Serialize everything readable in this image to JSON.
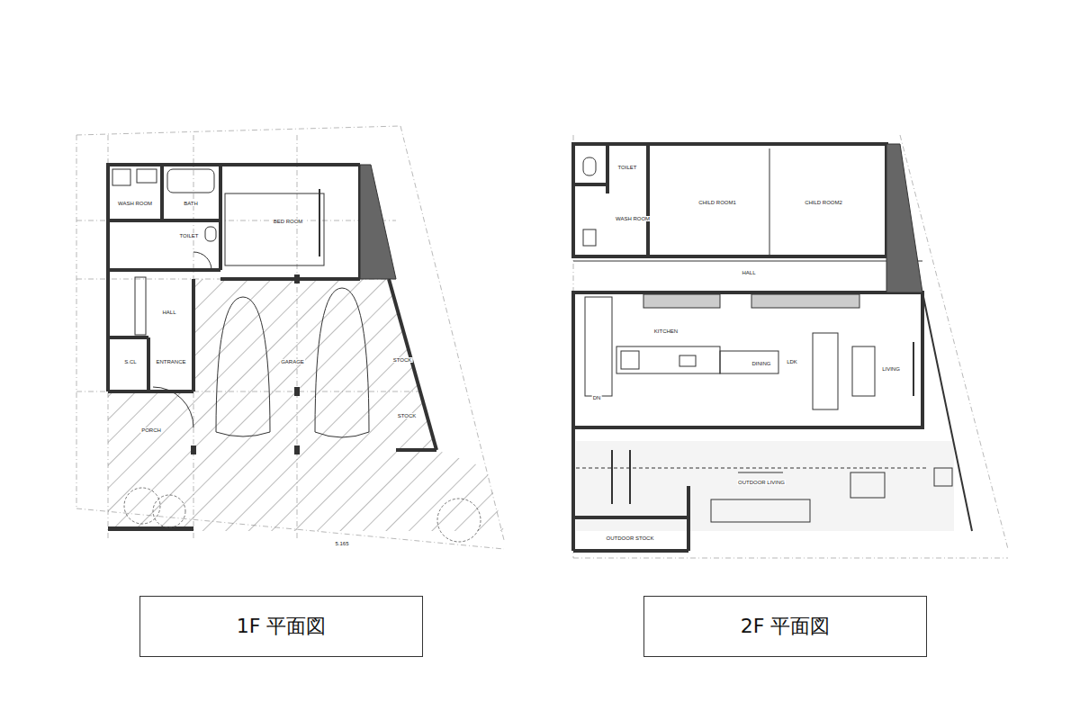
{
  "diagram": {
    "nodes": [
      {
        "text": [
          "1F 平面図"
        ]
      },
      {
        "text": [
          "2F 平面図"
        ]
      }
    ],
    "labels": [
      "WASH ROOM",
      "BATH",
      "BED ROOM",
      "TOILET",
      "HALL",
      "S.CL",
      "ENTRANCE",
      "GARAGE",
      "PORCH",
      "STOCK",
      "STOCK",
      "5.165",
      "TOILET",
      "WASH ROOM",
      "CHILD ROOM1",
      "CHILD ROOM2",
      "HALL",
      "KITCHEN",
      "DINING",
      "LDK",
      "LIVING",
      "OUTDOOR LIVING",
      "OUTDOOR STOCK",
      "DN"
    ]
  }
}
